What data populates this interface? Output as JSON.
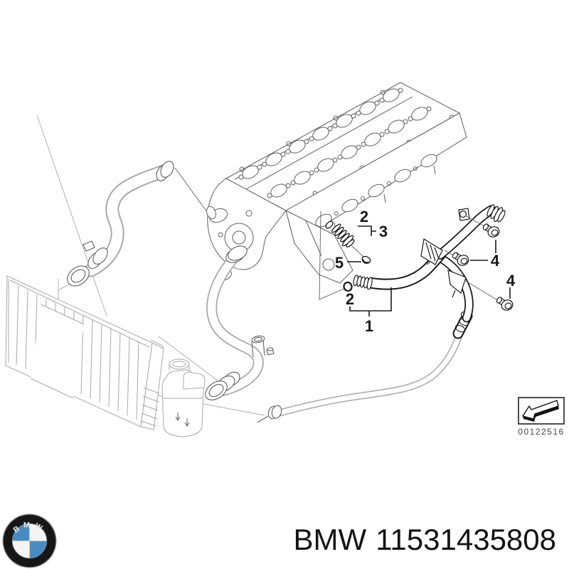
{
  "diagram": {
    "callouts": [
      {
        "id": "callout-1",
        "label": "1"
      },
      {
        "id": "callout-2-upper",
        "label": "2"
      },
      {
        "id": "callout-3",
        "label": "3"
      },
      {
        "id": "callout-2-lower",
        "label": "2"
      },
      {
        "id": "callout-4-upper",
        "label": "4"
      },
      {
        "id": "callout-4-lower",
        "label": "4"
      },
      {
        "id": "callout-5",
        "label": "5"
      }
    ],
    "stamp_code": "00122516"
  },
  "footer": {
    "brand": "BMW",
    "part_number": "11531435808",
    "logo": {
      "text": "BMW"
    }
  },
  "colors": {
    "ink": "#1a1a1a",
    "mid": "#5f5f5f",
    "light": "#a8a8a8",
    "paper": "#ffffff",
    "logo_blue": "#4a8cc2",
    "logo_black": "#171717",
    "stamp_text": "#444444",
    "pn_color": "#141414"
  }
}
